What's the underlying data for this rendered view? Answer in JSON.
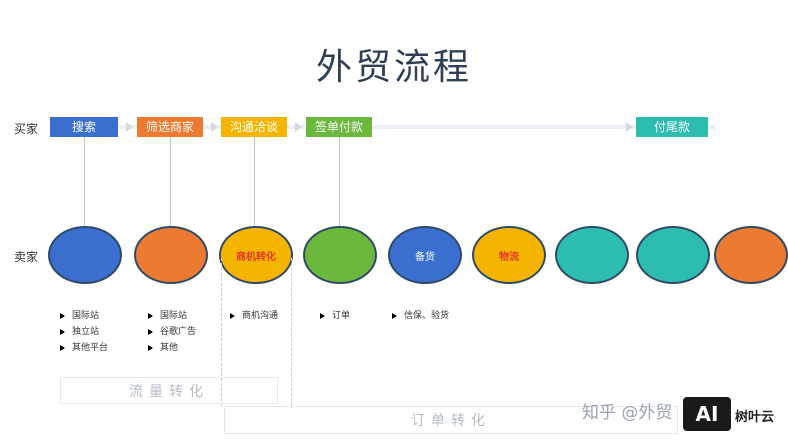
{
  "title": "外贸流程",
  "row_labels": {
    "buyer": "买家",
    "seller": "卖家"
  },
  "buyer_steps": [
    {
      "label": "搜索",
      "color": "#3a6fd0"
    },
    {
      "label": "筛选商家",
      "color": "#ec7a30"
    },
    {
      "label": "沟通洽谈",
      "color": "#f4b400"
    },
    {
      "label": "签单付款",
      "color": "#6ab83c"
    },
    {
      "label": "付尾款",
      "color": "#2cbcb0"
    }
  ],
  "seller_stages": [
    {
      "label": "",
      "color": "#3a6fd0"
    },
    {
      "label": "",
      "color": "#ec7a30"
    },
    {
      "label": "商机转化",
      "color": "#f4b400",
      "text_color": "#e23b2c"
    },
    {
      "label": "",
      "color": "#6ab83c"
    },
    {
      "label": "备货",
      "color": "#3a6fd0"
    },
    {
      "label": "物流",
      "color": "#f4b400",
      "text_color": "#e23b2c"
    },
    {
      "label": "",
      "color": "#2cbcb0"
    },
    {
      "label": "",
      "color": "#2cbcb0"
    },
    {
      "label": "",
      "color": "#ec7a30"
    }
  ],
  "bullet_groups": [
    [
      "国际站",
      "独立站",
      "其他平台"
    ],
    [
      "国际站",
      "谷歌广告",
      "其他"
    ],
    [
      "商机沟通"
    ],
    [
      "订单"
    ],
    [
      "信保、验货"
    ]
  ],
  "groups": {
    "traffic": "流量转化",
    "order": "订单转化"
  },
  "watermark": "知乎 @外贸",
  "logo": {
    "mark": "AI",
    "brand": "树叶云"
  }
}
